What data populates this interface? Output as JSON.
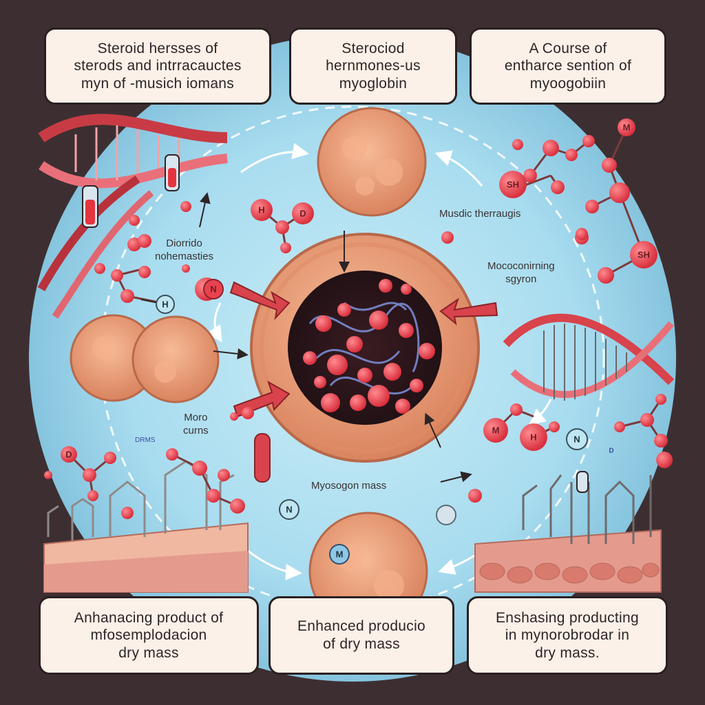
{
  "panels": {
    "top_left": [
      "Steroid hersses of",
      "sterods and intrracauctes",
      "myn of -musich iomans"
    ],
    "top_center": [
      "Sterociod",
      "hernmones-us",
      "myoglobin"
    ],
    "top_right": [
      "A Course of",
      "entharce sention of",
      "myoogobiin"
    ],
    "bottom_left": [
      "Anhanacing product of",
      "mfosemplodacion",
      "dry mass"
    ],
    "bottom_center": [
      "Enhanced producio",
      "of dry mass"
    ],
    "bottom_right": [
      "Enshasing producting",
      "in mynorobrodar in",
      "dry mass."
    ]
  },
  "labels": {
    "diorido": [
      "Diorrido",
      "nohemasties"
    ],
    "musdic": [
      "Musdic therraugis"
    ],
    "mococonirning": [
      "Mococonirning",
      "sgyron"
    ],
    "moro": [
      "Moro",
      "curns"
    ],
    "myosogon": [
      "Myosogon mass"
    ],
    "drms": [
      "DRMS"
    ]
  },
  "molecule_labels": {
    "sh1": "SH",
    "sh2": "SH",
    "m1": "M",
    "h1": "H",
    "d1": "D",
    "n1": "N",
    "h2": "H",
    "n2": "N",
    "m2": "M",
    "h3": "H",
    "n3": "N",
    "m3": "M",
    "d2": "D",
    "d3": "D"
  },
  "colors": {
    "background": "#3d2f31",
    "cycle_glow": "#a8dcef",
    "cell": "#f0a07a",
    "cell_dark": "#cf7a58",
    "molecule": "#e8414f",
    "tissue": "#e59a8e",
    "panel": "#fbf1e8"
  }
}
